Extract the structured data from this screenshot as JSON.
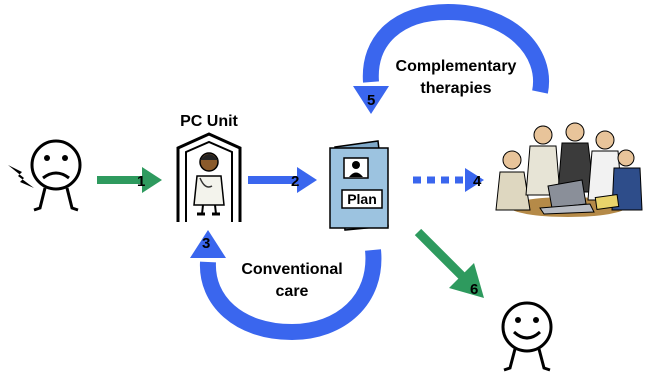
{
  "labels": {
    "pc_unit": "PC Unit",
    "plan": "Plan",
    "complementary_line1": "Complementary",
    "complementary_line2": "therapies",
    "conventional_line1": "Conventional",
    "conventional_line2": "care"
  },
  "steps": [
    "1",
    "2",
    "3",
    "4",
    "5",
    "6"
  ],
  "colors": {
    "blue_arrow": "#3a66ee",
    "green_arrow": "#2e9a5e",
    "plan_blue": "#8fb8d8",
    "text": "#000000"
  },
  "icons": {
    "sad_patient": "sad-face-figure-icon",
    "lightning": "lightning-bolt-icon",
    "doctor_booth": "doctor-booth-icon",
    "plan_folder": "plan-folder-icon",
    "team_meeting": "team-meeting-icon",
    "happy_patient": "happy-face-figure-icon"
  }
}
